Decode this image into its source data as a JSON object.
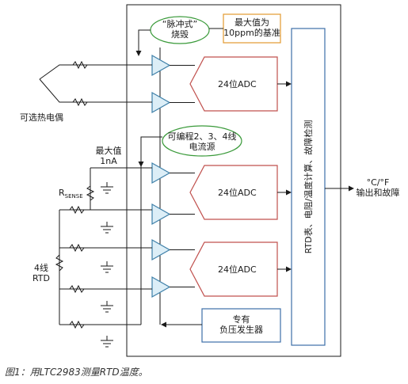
{
  "labels": {
    "pulse_burn_line1": "“脉冲式”",
    "pulse_burn_line2": "烧毁",
    "max_ref_line1": "最大值为",
    "max_ref_line2": "10ppm的基准",
    "adc1": "24位ADC",
    "adc2": "24位ADC",
    "adc3": "24位ADC",
    "thermocouple": "可选热电偶",
    "max_current_line1": "最大值",
    "max_current_line2": "1nA",
    "prog_src_line1": "可编程2、3、4线",
    "prog_src_line2": "电流源",
    "rsense_main": "R",
    "rsense_sub": "SENSE",
    "rtd_line1": "4线",
    "rtd_line2": "RTD",
    "proc_line1": "RTD表、电阻/温度计算、故障检测",
    "output_line1": "°C/°F",
    "output_line2": "输出和故障",
    "neg_gen_line1": "专有",
    "neg_gen_line2": "负压发生器"
  },
  "caption": "图1：用LTC2983测量RTD温度。",
  "colors": {
    "line": "#1a1a1a",
    "amp_fill": "#dceef7",
    "amp_stroke": "#3d7fa8",
    "adc_stroke": "#c0504d",
    "ellipse_stroke": "#3a9a3a",
    "ref_box_stroke": "#e39a2e",
    "proc_stroke": "#3d6fa8"
  }
}
